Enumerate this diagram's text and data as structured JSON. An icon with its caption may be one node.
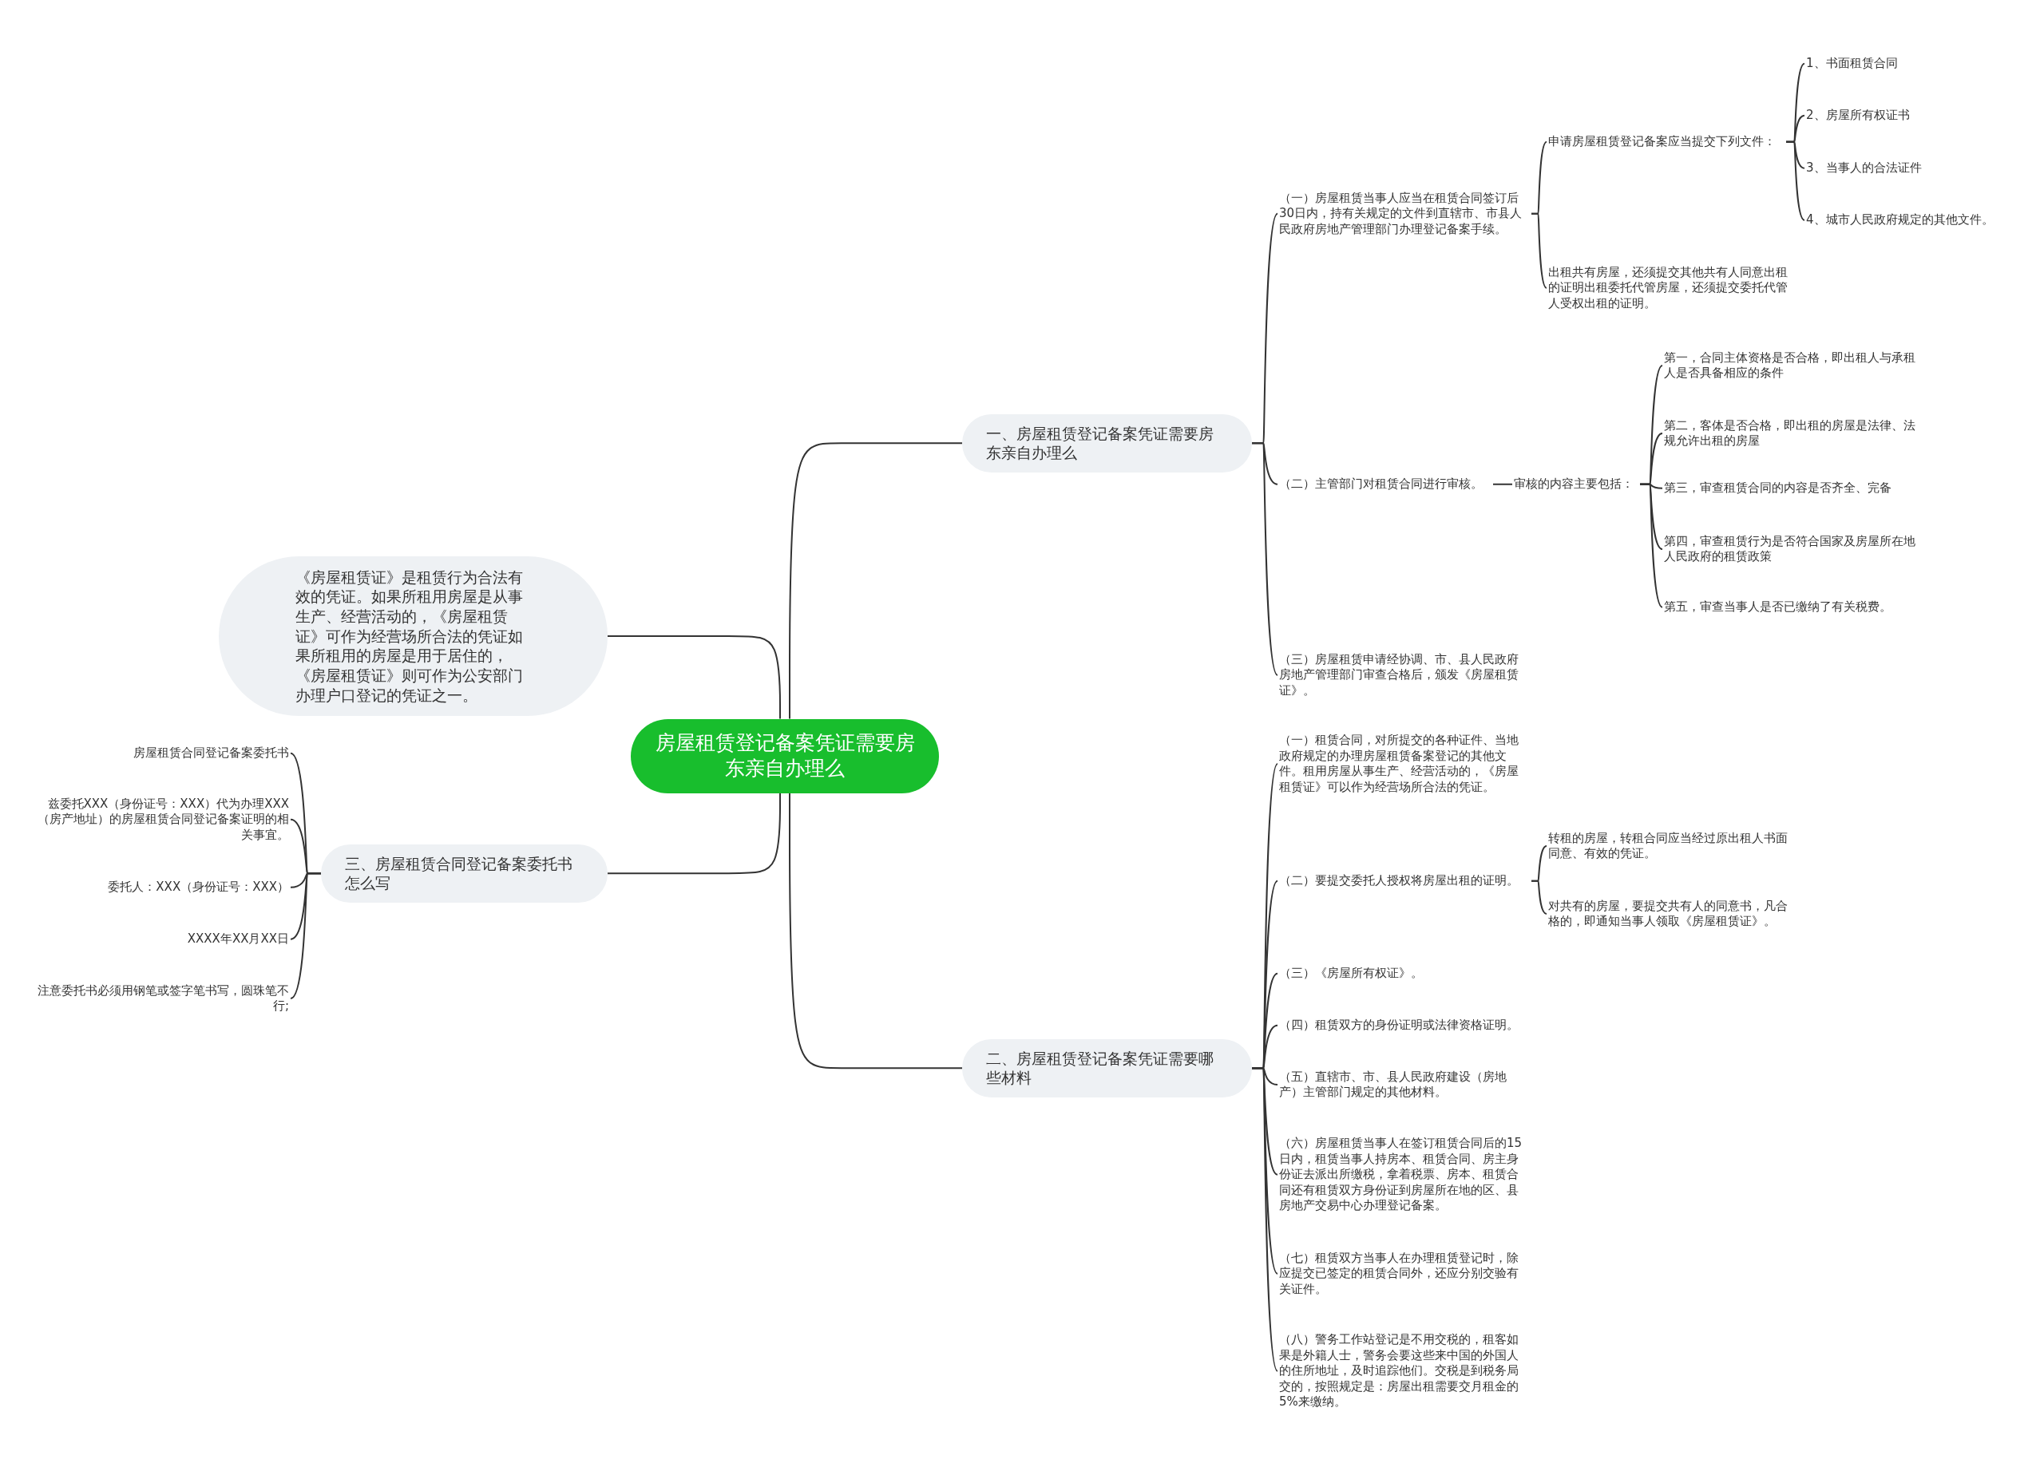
{
  "diagram": {
    "nodes": [
      {
        "text": [
          "房屋租赁登记备案凭证需要房东亲自办理么"
        ]
      },
      {
        "text": [
          "一、房屋租赁登记备案凭证需要房东亲自办理么"
        ]
      },
      {
        "text": [
          "（一）房屋租赁当事人应当在租赁合同签订后30日内，持有关规定的文件到直辖市、市县人民政府房地产管理部门办理登记备案手续。"
        ]
      },
      {
        "text": [
          "申请房屋租赁登记备案应当提交下列文件："
        ]
      },
      {
        "text": [
          "1、书面租赁合同"
        ]
      },
      {
        "text": [
          "2、房屋所有权证书"
        ]
      },
      {
        "text": [
          "3、当事人的合法证件"
        ]
      },
      {
        "text": [
          "4、城市人民政府规定的其他文件。"
        ]
      },
      {
        "text": [
          "出租共有房屋，还须提交其他共有人同意出租的证明出租委托代管房屋，还须提交委托代管人受权出租的证明。"
        ]
      },
      {
        "text": [
          "（二）主管部门对租赁合同进行审核。"
        ]
      },
      {
        "text": [
          "审核的内容主要包括："
        ]
      },
      {
        "text": [
          "第一，合同主体资格是否合格，即出租人与承租人是否具备相应的条件"
        ]
      },
      {
        "text": [
          "第二，客体是否合格，即出租的房屋是法律、法规允许出租的房屋"
        ]
      },
      {
        "text": [
          "第三，审查租赁合同的内容是否齐全、完备"
        ]
      },
      {
        "text": [
          "第四，审查租赁行为是否符合国家及房屋所在地人民政府的租赁政策"
        ]
      },
      {
        "text": [
          "第五，审查当事人是否已缴纳了有关税费。"
        ]
      },
      {
        "text": [
          "（三）房屋租赁申请经协调、市、县人民政府房地产管理部门审查合格后，颁发《房屋租赁证》。"
        ]
      },
      {
        "text": [
          "二、房屋租赁登记备案凭证需要哪些材料"
        ]
      },
      {
        "text": [
          "（一）租赁合同，对所提交的各种证件、当地政府规定的办理房屋租赁备案登记的其他文件。租用房屋从事生产、经营活动的，《房屋租赁证》可以作为经营场所合法的凭证。"
        ]
      },
      {
        "text": [
          "（二）要提交委托人授权将房屋出租的证明。"
        ]
      },
      {
        "text": [
          "转租的房屋，转租合同应当经过原出租人书面同意、有效的凭证。"
        ]
      },
      {
        "text": [
          "对共有的房屋，要提交共有人的同意书，凡合格的，即通知当事人领取《房屋租赁证》。"
        ]
      },
      {
        "text": [
          "（三）《房屋所有权证》。"
        ]
      },
      {
        "text": [
          "（四）租赁双方的身份证明或法律资格证明。"
        ]
      },
      {
        "text": [
          "（五）直辖市、市、县人民政府建设（房地产）主管部门规定的其他材料。"
        ]
      },
      {
        "text": [
          "（六）房屋租赁当事人在签订租赁合同后的15日内，租赁当事人持房本、租赁合同、房主身份证去派出所缴税，拿着税票、房本、租赁合同还有租赁双方身份证到房屋所在地的区、县房地产交易中心办理登记备案。"
        ]
      },
      {
        "text": [
          "（七）租赁双方当事人在办理租赁登记时，除应提交已签定的租赁合同外，还应分别交验有关证件。"
        ]
      },
      {
        "text": [
          "（八）警务工作站登记是不用交税的，租客如果是外籍人士，警务会要这些来中国的外国人的住所地址，及时追踪他们。交税是到税务局交的，按照规定是：房屋出租需要交月租金的5%来缴纳。"
        ]
      },
      {
        "text": [
          "《房屋租赁证》是租赁行为合法有效的凭证。如果所租用房屋是从事生产、经营活动的，《房屋租赁证》可作为经营场所合法的凭证如果所租用的房屋是用于居住的，《房屋租赁证》则可作为公安部门办理户口登记的凭证之一。"
        ]
      },
      {
        "text": [
          "三、房屋租赁合同登记备案委托书怎么写"
        ]
      },
      {
        "text": [
          "房屋租赁合同登记备案委托书"
        ]
      },
      {
        "text": [
          "兹委托XXX（身份证号：XXX）代为办理XXX（房产地址）的房屋租赁合同登记备案证明的相关事宜。"
        ]
      },
      {
        "text": [
          "委托人：XXX（身份证号：XXX）"
        ]
      },
      {
        "text": [
          "XXXX年XX月XX日"
        ]
      },
      {
        "text": [
          "注意委托书必须用钢笔或签字笔书写，圆珠笔不行;"
        ]
      }
    ],
    "edges": [
      {
        "from": 0,
        "to": 1,
        "arrow": "none"
      },
      {
        "from": 1,
        "to": 2,
        "arrow": "none"
      },
      {
        "from": 2,
        "to": 3,
        "arrow": "none"
      },
      {
        "from": 3,
        "to": 4,
        "arrow": "none"
      },
      {
        "from": 3,
        "to": 5,
        "arrow": "none"
      },
      {
        "from": 3,
        "to": 6,
        "arrow": "none"
      },
      {
        "from": 3,
        "to": 7,
        "arrow": "none"
      },
      {
        "from": 2,
        "to": 8,
        "arrow": "none"
      },
      {
        "from": 1,
        "to": 9,
        "arrow": "none"
      },
      {
        "from": 9,
        "to": 10,
        "arrow": "none"
      },
      {
        "from": 10,
        "to": 11,
        "arrow": "none"
      },
      {
        "from": 10,
        "to": 12,
        "arrow": "none"
      },
      {
        "from": 10,
        "to": 13,
        "arrow": "none"
      },
      {
        "from": 10,
        "to": 14,
        "arrow": "none"
      },
      {
        "from": 10,
        "to": 15,
        "arrow": "none"
      },
      {
        "from": 1,
        "to": 16,
        "arrow": "none"
      },
      {
        "from": 0,
        "to": 17,
        "arrow": "none"
      },
      {
        "from": 17,
        "to": 18,
        "arrow": "none"
      },
      {
        "from": 17,
        "to": 19,
        "arrow": "none"
      },
      {
        "from": 19,
        "to": 20,
        "arrow": "none"
      },
      {
        "from": 19,
        "to": 21,
        "arrow": "none"
      },
      {
        "from": 17,
        "to": 22,
        "arrow": "none"
      },
      {
        "from": 17,
        "to": 23,
        "arrow": "none"
      },
      {
        "from": 17,
        "to": 24,
        "arrow": "none"
      },
      {
        "from": 17,
        "to": 25,
        "arrow": "none"
      },
      {
        "from": 17,
        "to": 26,
        "arrow": "none"
      },
      {
        "from": 17,
        "to": 27,
        "arrow": "none"
      },
      {
        "from": 0,
        "to": 28,
        "arrow": "none"
      },
      {
        "from": 0,
        "to": 29,
        "arrow": "none"
      },
      {
        "from": 29,
        "to": 30,
        "arrow": "none"
      },
      {
        "from": 29,
        "to": 31,
        "arrow": "none"
      },
      {
        "from": 29,
        "to": 32,
        "arrow": "none"
      },
      {
        "from": 29,
        "to": 33,
        "arrow": "none"
      },
      {
        "from": 29,
        "to": 34,
        "arrow": "none"
      }
    ]
  }
}
